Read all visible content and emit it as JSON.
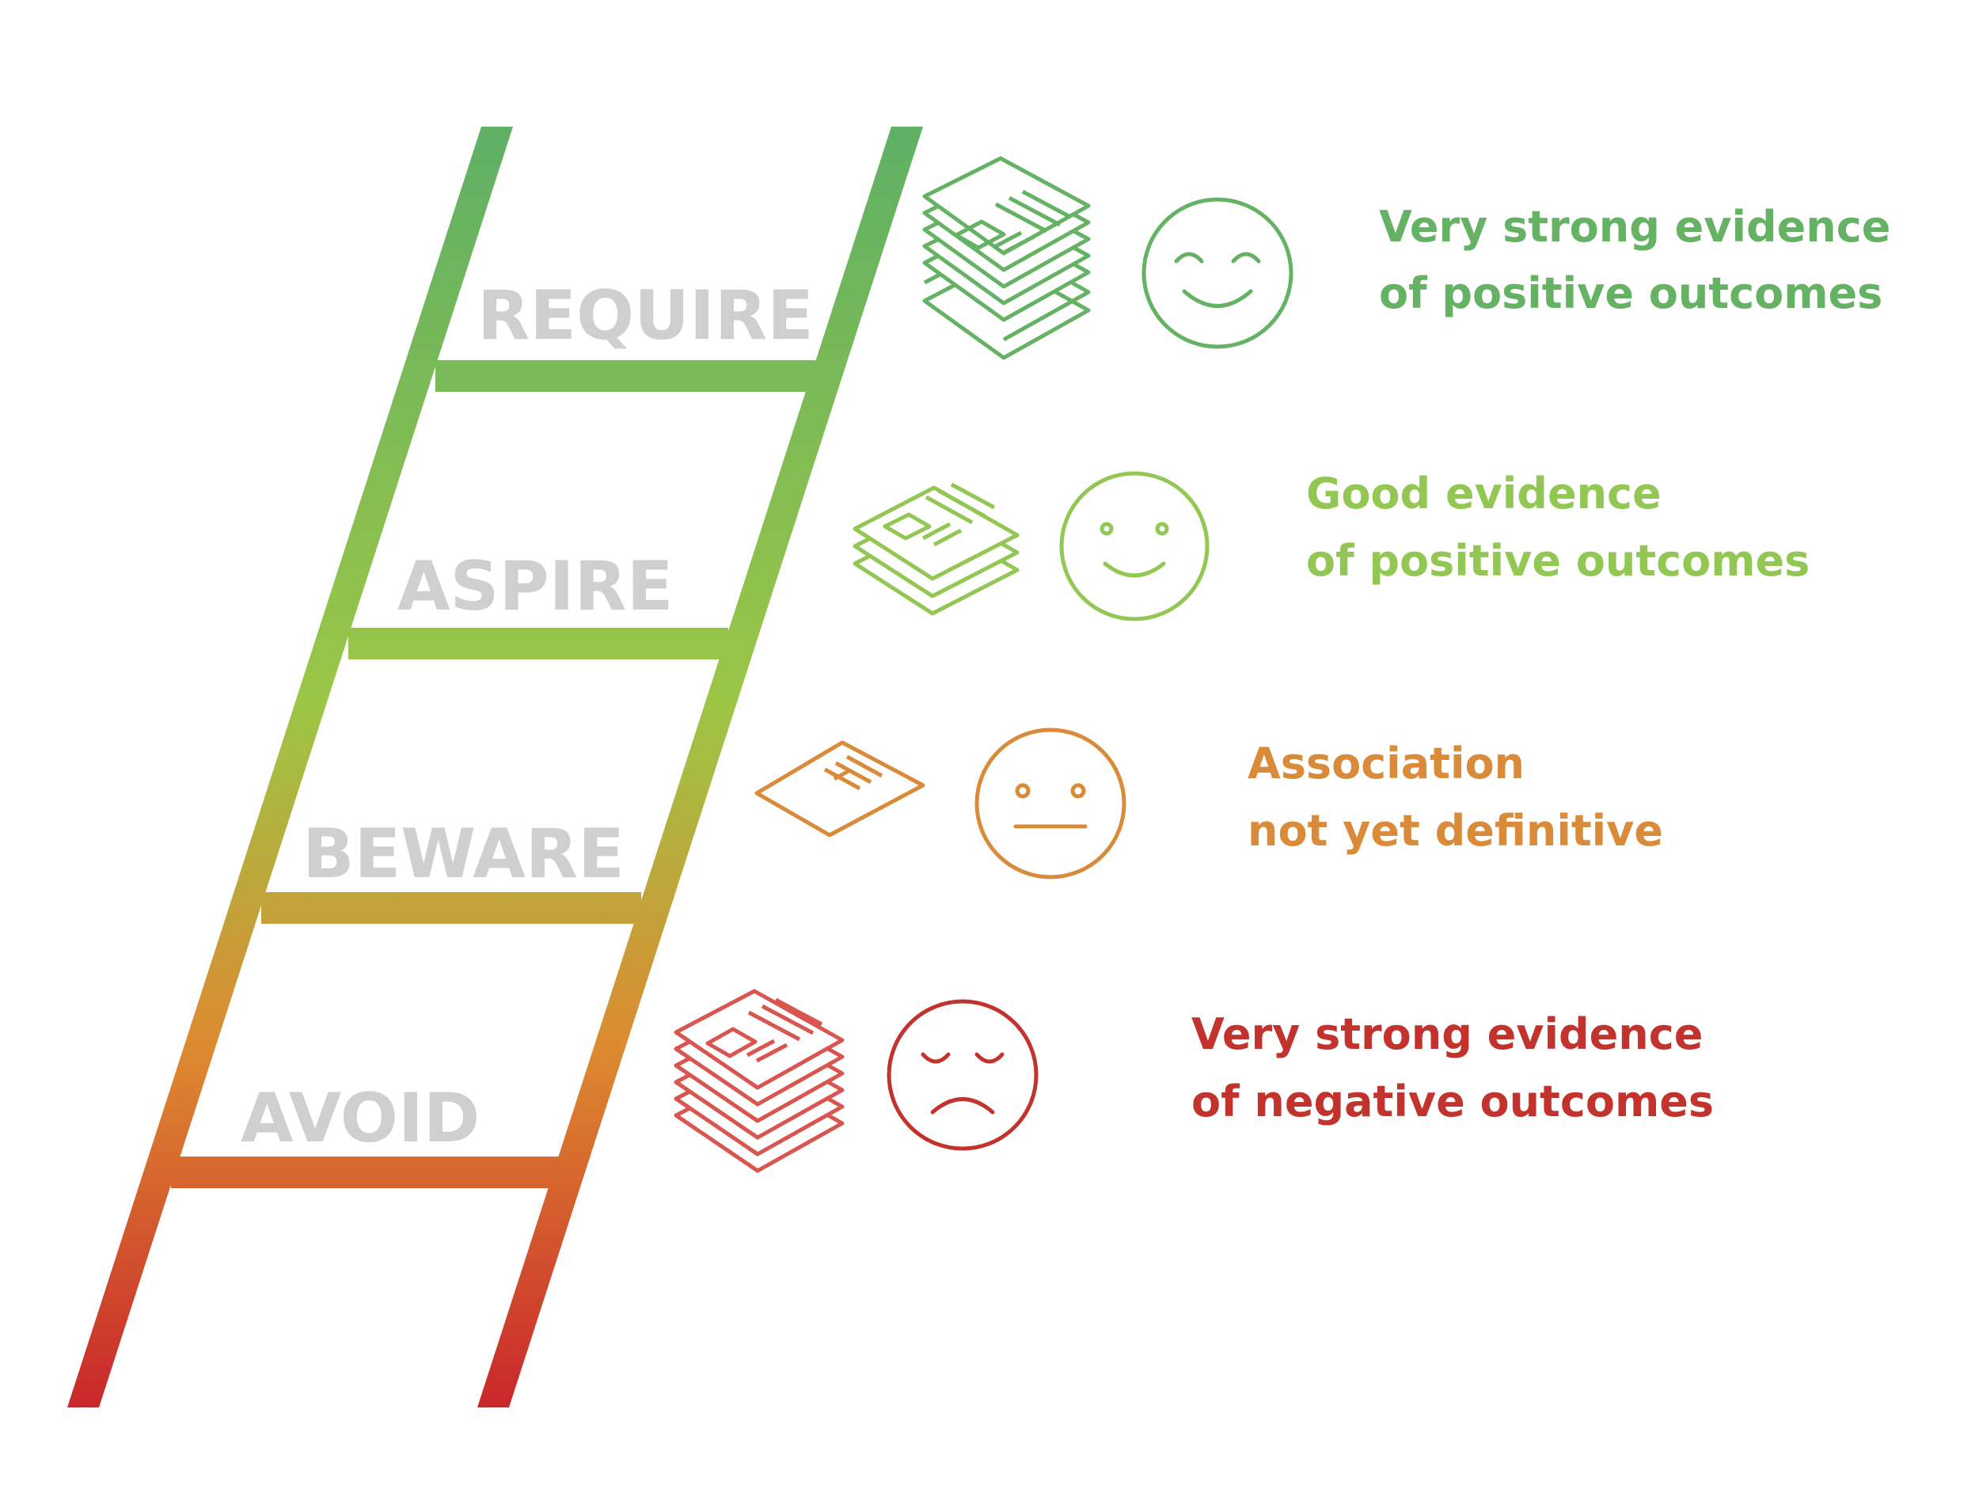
{
  "colors": {
    "require": "#66b265",
    "aspire": "#92c753",
    "beware": "#d98b3a",
    "avoid": "#c3332e",
    "rung_label": "#cfcfcf"
  },
  "levels": [
    {
      "key": "require",
      "label": "REQUIRE",
      "description_lines": [
        "Very strong evidence",
        "of positive outcomes"
      ],
      "evidence_icon": "paper-stack-icon",
      "face_icon": "smiling-face-icon",
      "color": "#66b265"
    },
    {
      "key": "aspire",
      "label": "ASPIRE",
      "description_lines": [
        "Good evidence",
        "of positive outcomes"
      ],
      "evidence_icon": "paper-stack-icon",
      "face_icon": "slight-smile-face-icon",
      "color": "#92c753"
    },
    {
      "key": "beware",
      "label": "BEWARE",
      "description_lines": [
        "Association",
        "not yet definitive"
      ],
      "evidence_icon": "single-paper-icon",
      "face_icon": "neutral-face-icon",
      "color": "#d98b3a"
    },
    {
      "key": "avoid",
      "label": "AVOID",
      "description_lines": [
        "Very strong evidence",
        "of negative outcomes"
      ],
      "evidence_icon": "paper-stack-icon",
      "face_icon": "sad-face-icon",
      "color": "#c3332e"
    }
  ]
}
